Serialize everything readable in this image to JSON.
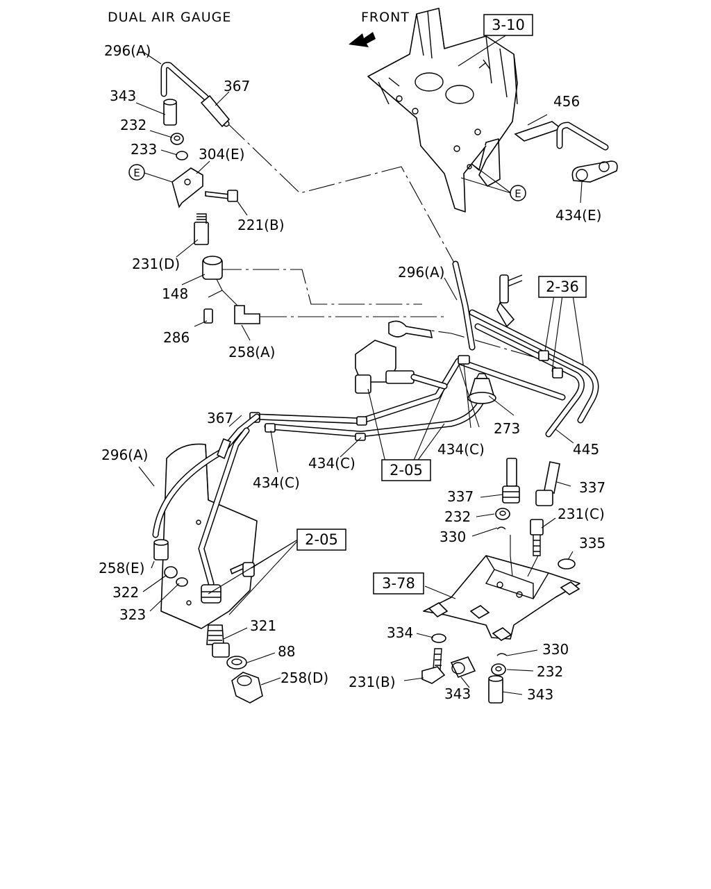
{
  "title": "DUAL AIR GAUGE",
  "front_label": "FRONT",
  "ref_boxes": [
    "3-10",
    "2-36",
    "2-05",
    "2-05",
    "3-78"
  ],
  "callout_e": [
    "E",
    "E"
  ],
  "labels": {
    "l296a_1": "296(A)",
    "l343_1": "343",
    "l367_1": "367",
    "l232_1": "232",
    "l233": "233",
    "l304e": "304(E)",
    "l221b": "221(B)",
    "l231d": "231(D)",
    "l148": "148",
    "l286": "286",
    "l258a": "258(A)",
    "l456": "456",
    "l434e": "434(E)",
    "l296a_2": "296(A)",
    "l273": "273",
    "l434c_1": "434(C)",
    "l445": "445",
    "l367_2": "367",
    "l296a_3": "296(A)",
    "l434c_2": "434(C)",
    "l434c_3": "434(C)",
    "l337_1": "337",
    "l337_2": "337",
    "l232_2": "232",
    "l231c": "231(C)",
    "l330_1": "330",
    "l335": "335",
    "l258e": "258(E)",
    "l322": "322",
    "l323": "323",
    "l321": "321",
    "l88": "88",
    "l258d": "258(D)",
    "l334": "334",
    "l330_2": "330",
    "l231b": "231(B)",
    "l343_2": "343",
    "l232_3": "232",
    "l343_3": "343"
  }
}
